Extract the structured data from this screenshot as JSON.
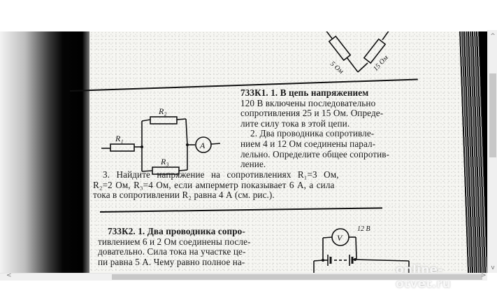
{
  "viewer": {
    "watermark": "online-otvet.ru",
    "scrollbars": {
      "vertical": {
        "up_arrow": "^",
        "down_arrow": "v"
      },
      "horizontal": {
        "left_arrow": "<",
        "right_arrow": ">"
      }
    }
  },
  "scan": {
    "top_figure": {
      "r_left": "5 Ом",
      "r_right": "15 Ом"
    },
    "problem_733K1": {
      "lines": [
        "733К1. 1. В цепь напряжением",
        "120 В включены последовательно",
        "сопротивления 25 и 15 Ом. Опреде-",
        "лите силу тока в этой цепи.",
        "2. Два проводника сопротивле-",
        "нием 4 и 12 Ом соединены парал-",
        "лельно. Определите общее сопротив-",
        "ление."
      ],
      "item3_lines": [
        "3. Найдите напряжение на сопротивлениях R₁=3 Ом,",
        "R₂=2 Ом, R₃=4 Ом, если амперметр показывает 6 А, а сила",
        "тока в сопротивлении R₂ равна 4 А (см. рис.)."
      ],
      "circuit": {
        "r1": "R₁",
        "r2": "R₂",
        "r3": "R₃",
        "meter": "A"
      }
    },
    "problem_733K2": {
      "lines": [
        "733К2. 1. Два проводника сопро-",
        "тивлением 6 и 2 Ом соединены после-",
        "довательно. Сила тока на участке це-",
        "пи равна 5 А. Чему равно полное на-"
      ],
      "circuit": {
        "meter": "V",
        "voltage": "12 В"
      }
    }
  }
}
